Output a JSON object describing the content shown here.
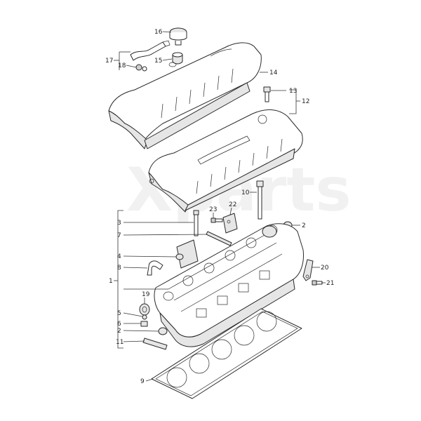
{
  "watermark": "Xparts",
  "labels": {
    "l1": "1",
    "l2a": "2",
    "l2b": "2",
    "l3": "3",
    "l4": "4",
    "l5": "5",
    "l6": "6",
    "l7": "7",
    "l8": "8",
    "l9": "9",
    "l10": "10",
    "l11": "11",
    "l12": "12",
    "l13": "13",
    "l14": "14",
    "l15": "15",
    "l16": "16",
    "l17": "17",
    "l18": "18",
    "l19": "19",
    "l20": "20",
    "l21": "21",
    "l22": "22",
    "l23": "23"
  },
  "colors": {
    "line": "#333333",
    "part_fill": "#ffffff",
    "part_shade": "#e6e6e6",
    "part_dark": "#cfcfcf"
  }
}
